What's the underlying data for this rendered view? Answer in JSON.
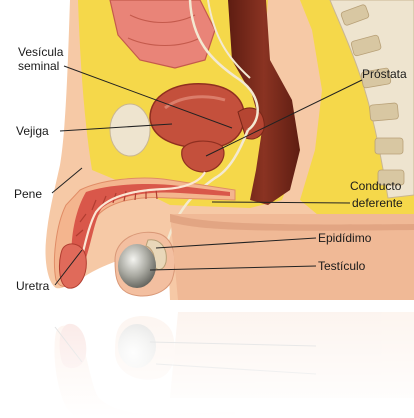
{
  "labels": {
    "vesicula_line1": "Vesícula",
    "vesicula_line2": "seminal",
    "vejiga": "Vejiga",
    "pene": "Pene",
    "uretra": "Uretra",
    "prostata": "Próstata",
    "conducto_line1": "Conducto",
    "conducto_line2": "deferente",
    "epididimo": "Epidídimo",
    "testiculo": "Testículo"
  },
  "colors": {
    "background": "#ffffff",
    "skin": "#f6c9a6",
    "fat": "#f5d84a",
    "muscle": "#e98478",
    "organ": "#c4503c",
    "rectum": "#7a2a1c",
    "bone": "#eee4cf",
    "leader_line": "#222222"
  }
}
